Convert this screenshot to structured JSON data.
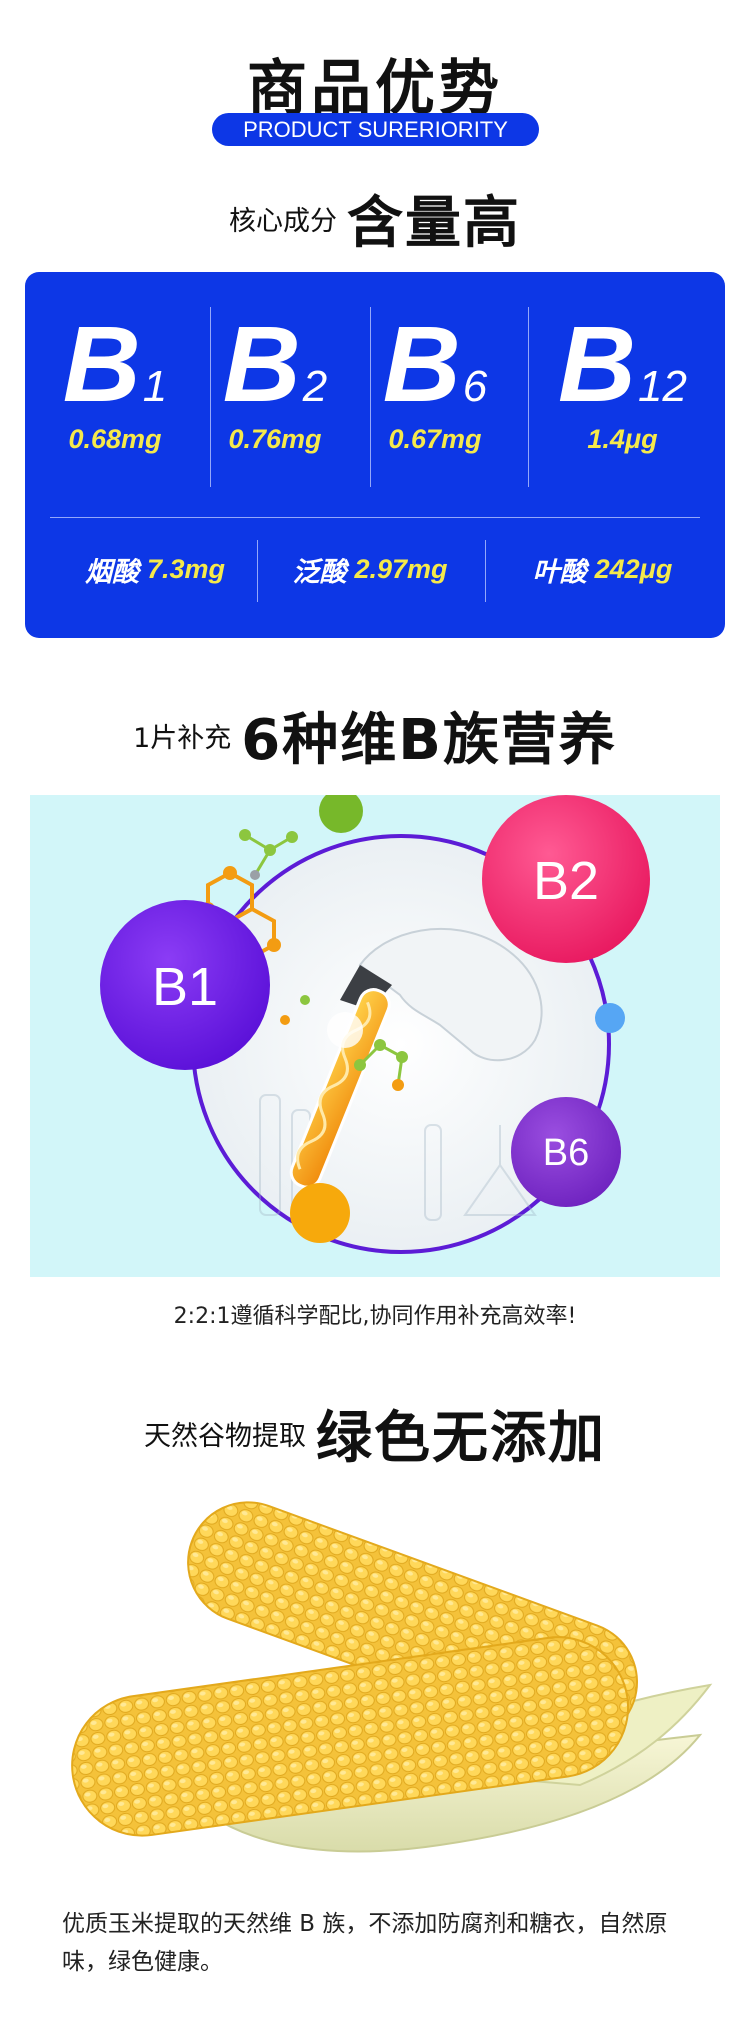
{
  "header": {
    "title": "商品优势",
    "subtitle": "PRODUCT SURERIORITY"
  },
  "section1": {
    "small": "核心成分",
    "big": "含量高"
  },
  "vitamins": [
    {
      "letter": "B",
      "sub": "1",
      "amount": "0.68mg"
    },
    {
      "letter": "B",
      "sub": "2",
      "amount": "0.76mg"
    },
    {
      "letter": "B",
      "sub": "6",
      "amount": "0.67mg"
    },
    {
      "letter": "B",
      "sub": "12",
      "amount": "1.4μg"
    }
  ],
  "extras": [
    {
      "label": "烟酸",
      "value": "7.3mg"
    },
    {
      "label": "泛酸",
      "value": "2.97mg"
    },
    {
      "label": "叶酸",
      "value": "242μg"
    }
  ],
  "section2": {
    "small": "1片补充",
    "big": "6种维B族营养"
  },
  "illustration": {
    "badges": [
      "B1",
      "B2",
      "B6"
    ]
  },
  "caption": "2:2:1遵循科学配比,协同作用补充高效率!",
  "section3": {
    "small": "天然谷物提取",
    "big": "绿色无添加"
  },
  "description": "优质玉米提取的天然维 B 族，不添加防腐剂和糖衣，自然原味，绿色健康。",
  "colors": {
    "brand_blue": "#0d37e6",
    "amount_yellow": "#f5e94b",
    "badge_b1": "#6a16e0",
    "badge_b2": "#ef2a74",
    "badge_b6": "#7b2bc8"
  }
}
